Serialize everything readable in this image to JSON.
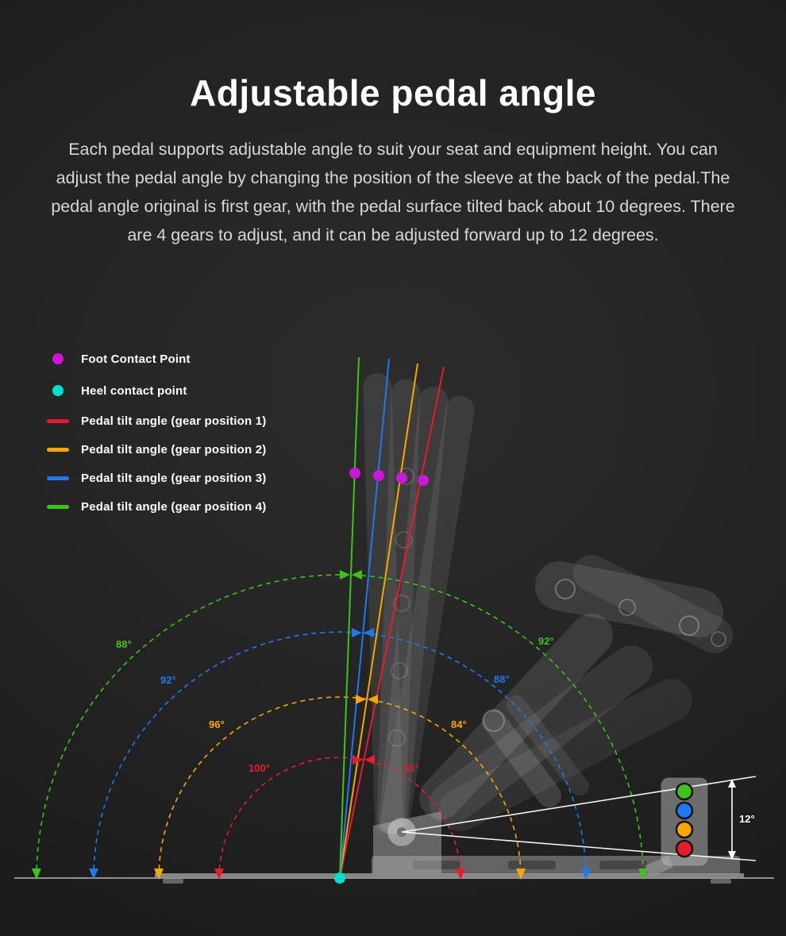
{
  "palette": {
    "magenta": "#cb18d4",
    "cyan": "#00dfcd",
    "red": "#e81b2d",
    "yellow": "#f6a800",
    "blue": "#1e78ee",
    "green": "#3cc418",
    "background": "#1d1d1d",
    "text": "#ffffff",
    "muted_text": "#d8d8d8"
  },
  "header": {
    "title": "Adjustable pedal angle",
    "description": "Each pedal supports adjustable angle to suit your seat and equipment height. You can adjust the pedal angle by changing the position of the sleeve at the back of the pedal.The pedal angle original is first gear, with the pedal surface tilted back about 10 degrees. There are 4 gears to adjust, and it can be adjusted forward up to 12 degrees."
  },
  "legend": {
    "items": [
      {
        "swatch": "dot",
        "color": "#cb18d4",
        "label": "Foot Contact Point"
      },
      {
        "swatch": "dot",
        "color": "#00dfcd",
        "label": "Heel contact point"
      },
      {
        "swatch": "bar",
        "color": "#e81b2d",
        "label": "Pedal tilt angle (gear position 1)"
      },
      {
        "swatch": "bar",
        "color": "#f6a800",
        "label": "Pedal tilt angle (gear position 2)"
      },
      {
        "swatch": "bar",
        "color": "#1e78ee",
        "label": "Pedal tilt angle (gear position 3)"
      },
      {
        "swatch": "bar",
        "color": "#3cc418",
        "label": "Pedal tilt angle (gear position 4)"
      }
    ]
  },
  "diagram": {
    "left_labels": [
      "88°",
      "92°",
      "96°",
      "100°"
    ],
    "right_labels": [
      "92°",
      "88°",
      "84°",
      "80°"
    ],
    "inset_angle": "12°",
    "gear_dot_colors": [
      "#3cc418",
      "#1e78ee",
      "#f6a800",
      "#e81b2d"
    ]
  }
}
